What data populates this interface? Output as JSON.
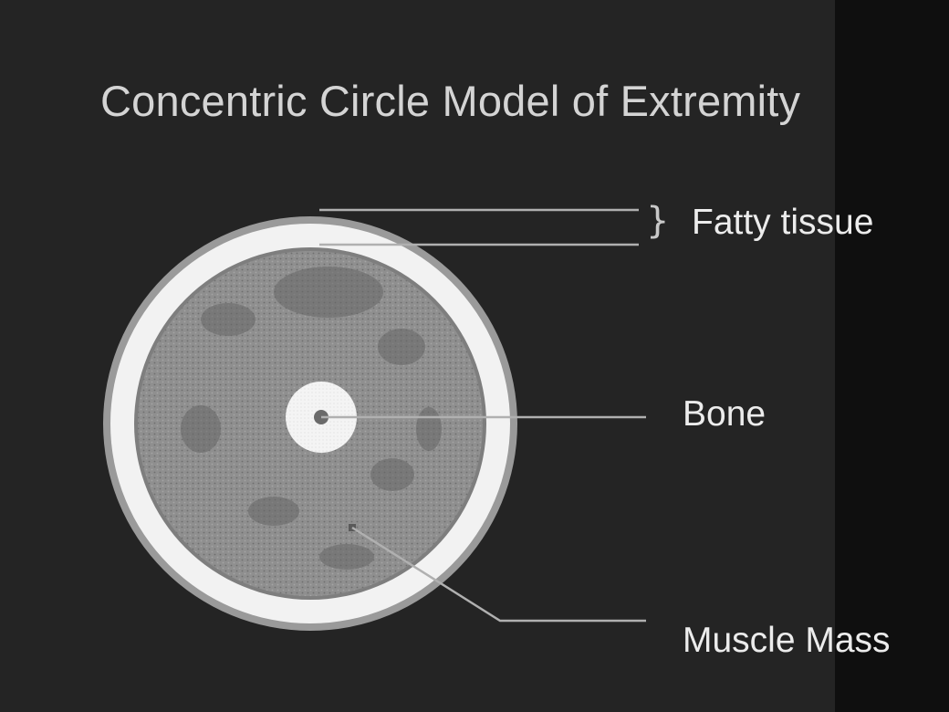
{
  "slide": {
    "title": "Concentric Circle Model of Extremity"
  },
  "labels": {
    "fatty_tissue": "Fatty tissue",
    "bone": "Bone",
    "muscle_mass": "Muscle Mass"
  },
  "colors": {
    "background": "#242424",
    "right_band": "#0f0f0f",
    "skin_ring": "#9a9a9a",
    "fat_layer": "#f2f2f2",
    "muscle": "#8f8f8f",
    "bone": "#f4f4f4",
    "marrow": "#6a6a6a",
    "leader_lines": "#b0b0b0",
    "label_text": "#ececec"
  }
}
